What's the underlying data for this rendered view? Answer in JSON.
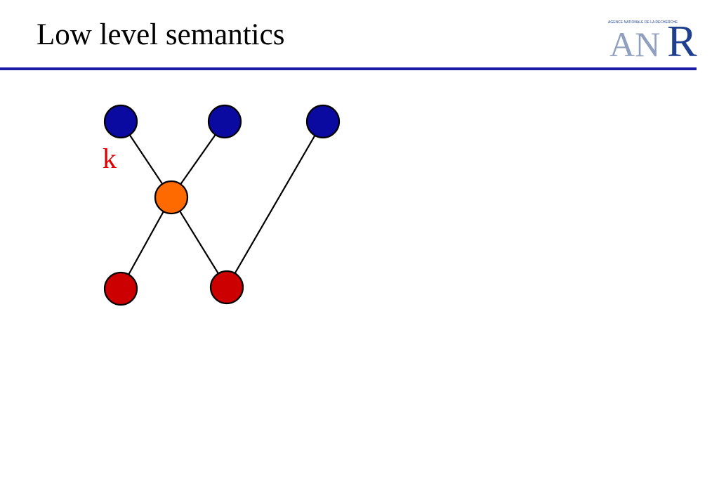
{
  "slide": {
    "title": "Low level semantics"
  },
  "logo": {
    "tagline": "AGENCE NATIONALE DE LA RECHERCHE",
    "letters_light": "AN",
    "letter_bold": "R"
  },
  "diagram": {
    "label_k": "k",
    "colors": {
      "rule": "#1a1aa6",
      "top_nodes": "#0a0aa0",
      "middle_node": "#ff6a00",
      "bottom_nodes": "#cc0000",
      "label": "#e00000",
      "logo_light": "#8f9fbf",
      "logo_bold": "#1f3f8f"
    },
    "nodes": [
      {
        "id": "top-left",
        "group": "top"
      },
      {
        "id": "top-middle",
        "group": "top"
      },
      {
        "id": "top-right",
        "group": "top"
      },
      {
        "id": "center",
        "group": "middle"
      },
      {
        "id": "bottom-left",
        "group": "bottom"
      },
      {
        "id": "bottom-right",
        "group": "bottom"
      }
    ],
    "edges": [
      [
        "top-left",
        "center"
      ],
      [
        "top-middle",
        "center"
      ],
      [
        "center",
        "bottom-left"
      ],
      [
        "center",
        "bottom-right"
      ],
      [
        "top-right",
        "bottom-right"
      ]
    ]
  }
}
